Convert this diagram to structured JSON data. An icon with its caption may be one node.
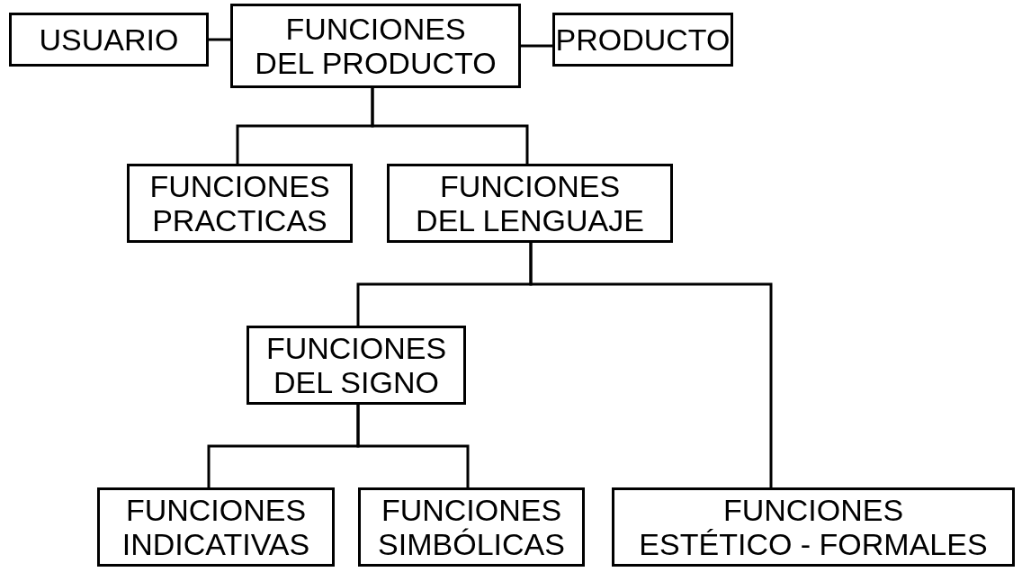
{
  "diagram": {
    "nodes": [
      {
        "text": [
          "USUARIO"
        ]
      },
      {
        "text": [
          "FUNCIONES DEL PRODUCTO"
        ]
      },
      {
        "text": [
          "PRODUCTO"
        ]
      },
      {
        "text": [
          "FUNCIONES PRACTICAS"
        ]
      },
      {
        "text": [
          "FUNCIONES DEL LENGUAJE"
        ]
      },
      {
        "text": [
          "FUNCIONES DEL SIGNO"
        ]
      },
      {
        "text": [
          "FUNCIONES INDICATIVAS"
        ]
      },
      {
        "text": [
          "FUNCIONES SIMBÓLICAS"
        ]
      },
      {
        "text": [
          "FUNCIONES ESTÉTICO - FORMALES"
        ]
      }
    ],
    "edges": [
      {
        "from": 0,
        "to": 1,
        "arrow": "none"
      },
      {
        "from": 1,
        "to": 2,
        "arrow": "none"
      },
      {
        "from": 1,
        "to": 3,
        "arrow": "none"
      },
      {
        "from": 1,
        "to": 4,
        "arrow": "none"
      },
      {
        "from": 4,
        "to": 5,
        "arrow": "none"
      },
      {
        "from": 4,
        "to": 8,
        "arrow": "none"
      },
      {
        "from": 5,
        "to": 6,
        "arrow": "none"
      },
      {
        "from": 5,
        "to": 7,
        "arrow": "none"
      }
    ]
  }
}
